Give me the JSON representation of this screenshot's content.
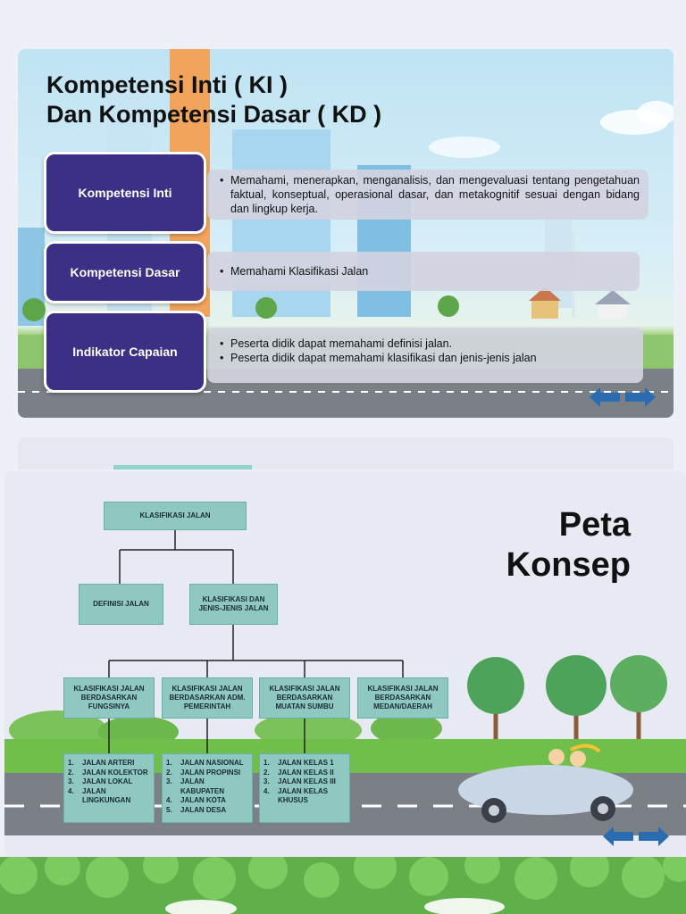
{
  "slide1": {
    "title_line1": "Kompetensi Inti ( KI )",
    "title_line2": "Dan Kompetensi Dasar ( KD )",
    "rows": [
      {
        "label": "Kompetensi Inti",
        "items": [
          "Memahami, menerapkan, menganalisis, dan mengevaluasi tentang pengetahuan faktual, konseptual, operasional dasar, dan metakognitif sesuai dengan bidang dan lingkup kerja."
        ]
      },
      {
        "label": "Kompetensi Dasar",
        "items": [
          "Memahami Klasifikasi Jalan"
        ]
      },
      {
        "label": "Indikator Capaian",
        "items": [
          "Peserta didik dapat memahami definisi jalan.",
          "Peserta didik dapat memahami klasifikasi dan jenis-jenis jalan"
        ]
      }
    ],
    "nav": {
      "prev_icon": "arrow-left-icon",
      "next_icon": "arrow-right-icon",
      "color": "#2b6cb0"
    }
  },
  "slide3": {
    "title_line1": "Peta",
    "title_line2": "Konsep",
    "root": "KLASIFIKASI JALAN",
    "level2": [
      "DEFINISI JALAN",
      "KLASIFIKASI DAN JENIS-JENIS JALAN"
    ],
    "level3": [
      "KLASIFIKASI JALAN BERDASARKAN FUNGSINYA",
      "KLASIFIKASI JALAN BERDASARKAN ADM. PEMERINTAH",
      "KLASIFIKASI JALAN BERDASARKAN MUATAN SUMBU",
      "KLASIFIKASI JALAN BERDASARKAN MEDAN/DAERAH"
    ],
    "lists": [
      [
        {
          "num": "1.",
          "text": "JALAN ARTERI"
        },
        {
          "num": "2.",
          "text": "JALAN KOLEKTOR"
        },
        {
          "num": "3.",
          "text": "JALAN LOKAL"
        },
        {
          "num": "4.",
          "text": "JALAN LINGKUNGAN"
        }
      ],
      [
        {
          "num": "1.",
          "text": "JALAN NASIONAL"
        },
        {
          "num": "2.",
          "text": "JALAN PROPINSI"
        },
        {
          "num": "3.",
          "text": "JALAN KABUPATEN"
        },
        {
          "num": "4.",
          "text": "JALAN KOTA"
        },
        {
          "num": "5.",
          "text": "JALAN DESA"
        }
      ],
      [
        {
          "num": "1.",
          "text": "JALAN KELAS 1"
        },
        {
          "num": "2.",
          "text": "JALAN KELAS II"
        },
        {
          "num": "3.",
          "text": "JALAN KELAS III"
        },
        {
          "num": "4.",
          "text": "JALAN KELAS KHUSUS"
        }
      ]
    ],
    "nav": {
      "prev_icon": "arrow-left-icon",
      "next_icon": "arrow-right-icon"
    }
  },
  "colors": {
    "label_bg": "#3b2f86",
    "node_bg": "#8ec8c1",
    "arrow": "#2b6cb0",
    "road": "#7b7f86",
    "grass": "#6fbf4a"
  }
}
